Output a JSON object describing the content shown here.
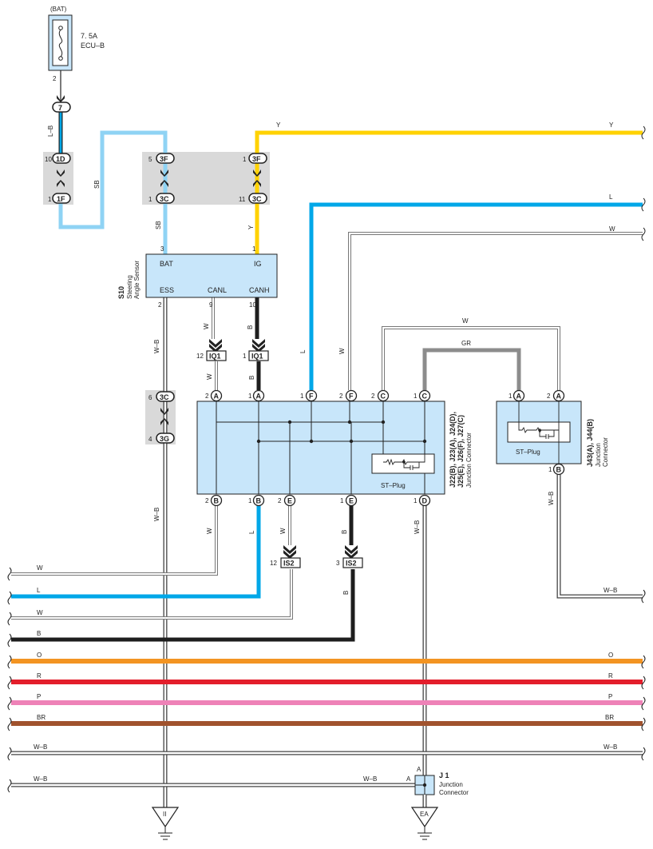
{
  "colors": {
    "Y": "#ffd200",
    "L": "#00a7e8",
    "SB": "#8fd3f4",
    "GR": "#8c8c8c",
    "B": "#1e1e1e",
    "O": "#f39422",
    "R": "#e31e2b",
    "P": "#ee82b7",
    "BR": "#a0522d",
    "W": "#ffffff",
    "box_fill": "#c8e6fa",
    "connector_bg": "#d9d9d9"
  },
  "fuse": {
    "bat": "(BAT)",
    "rating": "7. 5A",
    "name": "ECU–B",
    "pin": "2"
  },
  "wires": {
    "lb": "L–B",
    "sb1": "SB",
    "sb2": "SB",
    "y_vert": "Y",
    "y_top_left": "Y",
    "y_top_right": "Y",
    "l_right": "L",
    "w_right": "W",
    "w_canl": "W",
    "b_canh": "B",
    "b_canh2": "B",
    "wb_ess": "W–B",
    "wb_main": "W–B",
    "l_f": "L",
    "w_f": "W",
    "w_c": "W",
    "gr_c": "GR",
    "w_b": "W",
    "l_b": "L",
    "w_e": "W",
    "b_e": "B",
    "b_e2": "B",
    "wb_d": "W–B",
    "wb_j43": "W–B",
    "wb_j43_h": "W–B",
    "left_w1": "W",
    "left_l": "L",
    "left_w2": "W",
    "left_b": "B",
    "o_left": "O",
    "o_right": "O",
    "r_left": "R",
    "r_right": "R",
    "p_left": "P",
    "p_right": "P",
    "br_left": "BR",
    "br_right": "BR",
    "wb1_left": "W–B",
    "wb1_right": "W–B",
    "wb2_left": "W–B",
    "wb2_mid": "W–B"
  },
  "connectors": {
    "c7": "7",
    "c1d": "1D",
    "c1f": "1F",
    "c3f_a": "3F",
    "c3c_a": "3C",
    "c3f_b": "3F",
    "c3c_b": "3C",
    "c3c_c": "3C",
    "c3g": "3G"
  },
  "pins": {
    "p1d": "10",
    "p1f": "1",
    "p3f_a": "5",
    "p3c_a": "1",
    "p3f_b": "1",
    "p3c_b": "11",
    "s10_bat": "3",
    "s10_ig": "1",
    "s10_ess": "2",
    "s10_canl": "9",
    "s10_canh": "10",
    "iq1_l": "12",
    "iq1_r": "1",
    "p3c_c": "6",
    "p3g": "4",
    "ja_top1": "2",
    "ja_top2": "1",
    "jf_top1": "1",
    "jf_top2": "2",
    "jc_top1": "2",
    "jc_top2": "1",
    "jb_bot1": "2",
    "jb_bot2": "1",
    "je_bot1": "2",
    "je_bot2": "1",
    "jd_bot": "1",
    "is2_l": "12",
    "is2_r": "3",
    "j43_a1": "1",
    "j43_a2": "2",
    "j43_b": "1"
  },
  "pin_letters": {
    "a1": "A",
    "a2": "A",
    "f1": "F",
    "f2": "F",
    "c1": "C",
    "c2": "C",
    "b1": "B",
    "b2": "B",
    "e1": "E",
    "e2": "E",
    "d1": "D",
    "j43a1": "A",
    "j43a2": "A",
    "j43b": "B"
  },
  "s10": {
    "code": "S10",
    "name_line1": "Steering",
    "name_line2": "Angle Sensor",
    "bat": "BAT",
    "ig": "IG",
    "ess": "ESS",
    "canl": "CANL",
    "canh": "CANH"
  },
  "iq1": {
    "a": "IQ1",
    "b": "IQ1"
  },
  "is2": {
    "a": "IS2",
    "b": "IS2"
  },
  "junction": {
    "line1": "J22(B), J23(A), J24(D),",
    "line2": "J25(E), J26(F), J27(C)",
    "line3": "Junction Connector",
    "st_plug": "ST–Plug"
  },
  "j43": {
    "line1": "J43(A), J44(B)",
    "line2": "Junction",
    "line3": "Connector",
    "st_plug": "ST–Plug"
  },
  "j1": {
    "code": "J 1",
    "line1": "Junction",
    "line2": "Connector",
    "pin_a_top": "A",
    "pin_a_left": "A"
  },
  "grounds": {
    "ii": "II",
    "ea": "EA"
  }
}
